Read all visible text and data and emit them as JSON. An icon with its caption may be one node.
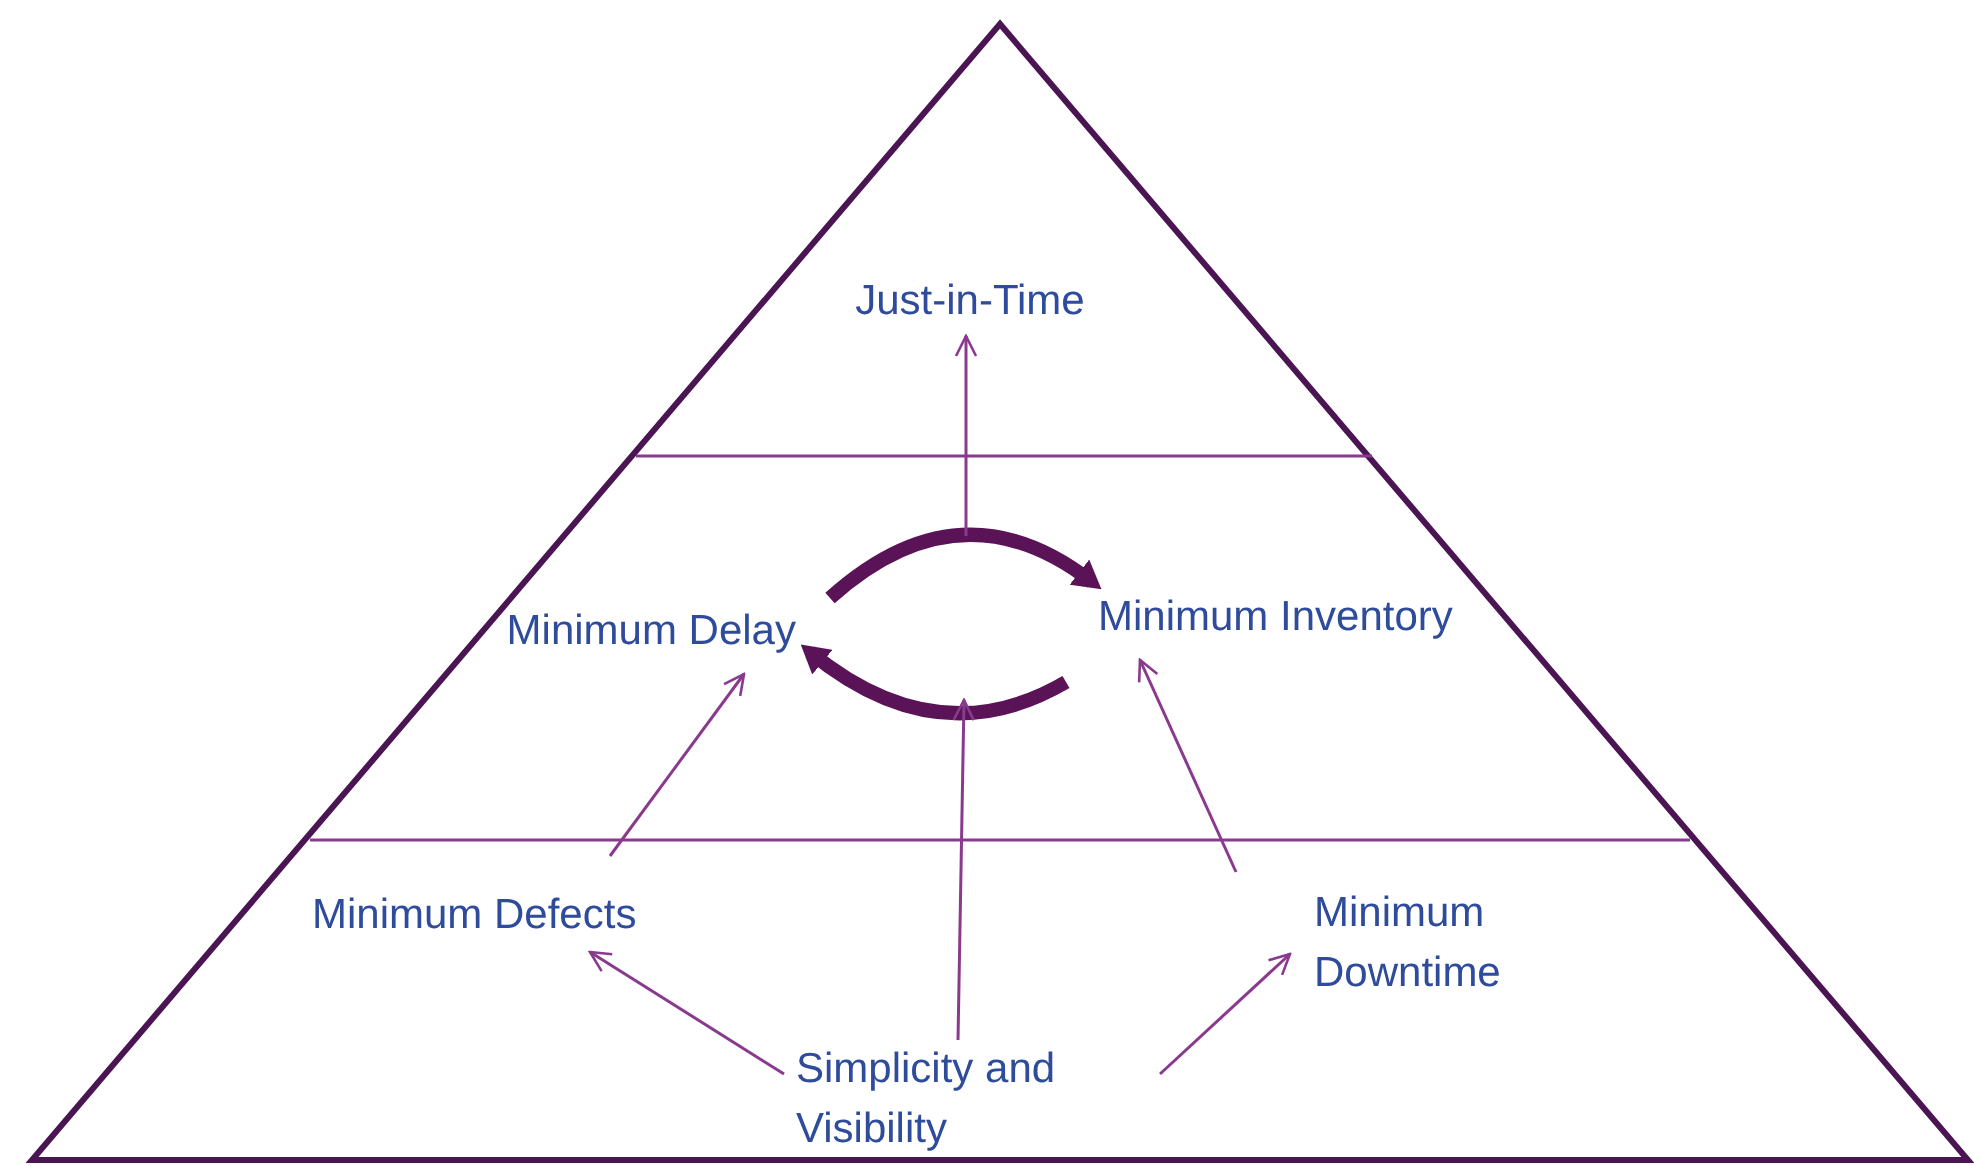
{
  "diagram": {
    "nodes": [
      {
        "text": [
          "Just-in-Time"
        ]
      },
      {
        "text": [
          "Minimum Delay"
        ]
      },
      {
        "text": [
          "Minimum Inventory"
        ]
      },
      {
        "text": [
          "Minimum Defects"
        ]
      },
      {
        "text": [
          "Minimum Downtime"
        ]
      },
      {
        "text": [
          "Simplicity and Visibility"
        ]
      }
    ],
    "edges": [
      {
        "from": 1,
        "to": 2,
        "arrow": "to",
        "style": "thick",
        "color": "#5a1356"
      },
      {
        "from": 2,
        "to": 1,
        "arrow": "to",
        "style": "thick",
        "color": "#5a1356"
      },
      {
        "from": null,
        "to": 0,
        "arrow": "to"
      },
      {
        "from": 3,
        "to": 1,
        "arrow": "to"
      },
      {
        "from": 4,
        "to": 2,
        "arrow": "to"
      },
      {
        "from": 5,
        "to": 3,
        "arrow": "to"
      },
      {
        "from": 5,
        "to": 4,
        "arrow": "to"
      },
      {
        "from": 5,
        "to": null,
        "arrow": "to"
      }
    ]
  }
}
